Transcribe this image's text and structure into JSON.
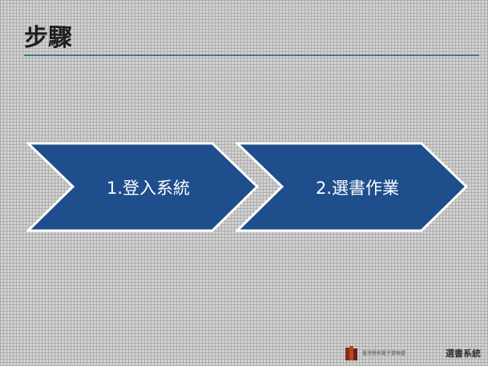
{
  "slide": {
    "title": "步驟"
  },
  "steps": [
    {
      "label": "1.登入系統"
    },
    {
      "label": "2.選書作業"
    }
  ],
  "footer": {
    "logo_icon": "book-stack-icon",
    "logo_org_text": "臺灣學術電子書聯盟",
    "logo_system_text": "選書系統"
  },
  "colors": {
    "chevron_fill": "#1f4e8c",
    "chevron_outline": "#ffffff",
    "rule": "#3f7a86"
  }
}
